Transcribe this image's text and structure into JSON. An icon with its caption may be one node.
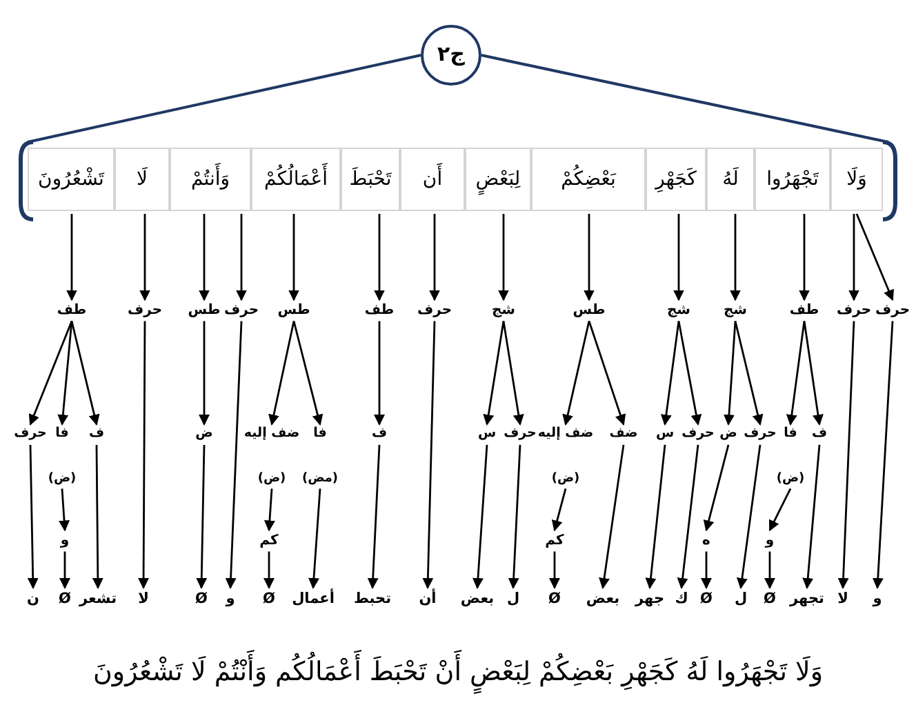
{
  "diagram": {
    "nodes": [
      {
        "text": [
          "ج٢"
        ]
      },
      {
        "text": [],
        "shape": "box"
      },
      {
        "text": [
          "وَلَا"
        ],
        "in": 1
      },
      {
        "text": [
          "تَجْهَرُوا"
        ],
        "in": 1
      },
      {
        "text": [
          "لَهُ"
        ],
        "in": 1
      },
      {
        "text": [
          "كَجَهْرِ"
        ],
        "in": 1
      },
      {
        "text": [
          "بَعْضِكُمْ"
        ],
        "in": 1
      },
      {
        "text": [
          "لِبَعْضٍ"
        ],
        "in": 1
      },
      {
        "text": [
          "أَن"
        ],
        "in": 1
      },
      {
        "text": [
          "تَحْبَطَ"
        ],
        "in": 1
      },
      {
        "text": [
          "أَعْمَالُكُمْ"
        ],
        "in": 1
      },
      {
        "text": [
          "وَأَنتُمْ"
        ],
        "in": 1
      },
      {
        "text": [
          "لَا"
        ],
        "in": 1
      },
      {
        "text": [
          "تَشْعُرُونَ"
        ],
        "in": 1
      },
      {
        "text": [
          "حرف"
        ]
      },
      {
        "text": [
          "حرف"
        ]
      },
      {
        "text": [
          "طف"
        ]
      },
      {
        "text": [
          "شج"
        ]
      },
      {
        "text": [
          "شج"
        ]
      },
      {
        "text": [
          "طس"
        ]
      },
      {
        "text": [
          "شج"
        ]
      },
      {
        "text": [
          "حرف"
        ]
      },
      {
        "text": [
          "طف"
        ]
      },
      {
        "text": [
          "طس"
        ]
      },
      {
        "text": [
          "حرف"
        ]
      },
      {
        "text": [
          "طس"
        ]
      },
      {
        "text": [
          "حرف"
        ]
      },
      {
        "text": [
          "طف"
        ]
      },
      {
        "text": [
          "ف"
        ]
      },
      {
        "text": [
          "فا"
        ]
      },
      {
        "text": [
          "حرف"
        ]
      },
      {
        "text": [
          "ض"
        ]
      },
      {
        "text": [
          "حرف"
        ]
      },
      {
        "text": [
          "س"
        ]
      },
      {
        "text": [
          "ضف"
        ]
      },
      {
        "text": [
          "ضف إليه"
        ]
      },
      {
        "text": [
          "حرف"
        ]
      },
      {
        "text": [
          "س"
        ]
      },
      {
        "text": [
          "ف"
        ]
      },
      {
        "text": [
          "فا"
        ]
      },
      {
        "text": [
          "ضف إليه"
        ]
      },
      {
        "text": [
          "ض"
        ]
      },
      {
        "text": [
          "ف"
        ]
      },
      {
        "text": [
          "فا"
        ]
      },
      {
        "text": [
          "حرف"
        ]
      },
      {
        "text": [
          "(ض)"
        ]
      },
      {
        "text": [
          "(ض)"
        ]
      },
      {
        "text": [
          "(مض)"
        ]
      },
      {
        "text": [
          "(ض)"
        ]
      },
      {
        "text": [
          "(ض)"
        ]
      },
      {
        "text": [
          "و"
        ]
      },
      {
        "text": [
          "ه"
        ]
      },
      {
        "text": [
          "كم"
        ]
      },
      {
        "text": [
          "كم"
        ]
      },
      {
        "text": [
          "و"
        ]
      },
      {
        "text": [
          "و"
        ]
      },
      {
        "text": [
          "لا"
        ]
      },
      {
        "text": [
          "تجهر"
        ]
      },
      {
        "text": [
          "Ø"
        ]
      },
      {
        "text": [
          "ل"
        ]
      },
      {
        "text": [
          "Ø"
        ]
      },
      {
        "text": [
          "ك"
        ]
      },
      {
        "text": [
          "جهر"
        ]
      },
      {
        "text": [
          "بعض"
        ]
      },
      {
        "text": [
          "Ø"
        ]
      },
      {
        "text": [
          "ل"
        ]
      },
      {
        "text": [
          "بعض"
        ]
      },
      {
        "text": [
          "أن"
        ]
      },
      {
        "text": [
          "تحبط"
        ]
      },
      {
        "text": [
          "أعمال"
        ]
      },
      {
        "text": [
          "Ø"
        ]
      },
      {
        "text": [
          "و"
        ]
      },
      {
        "text": [
          "Ø"
        ]
      },
      {
        "text": [
          "لا"
        ]
      },
      {
        "text": [
          "تشعر"
        ]
      },
      {
        "text": [
          "Ø"
        ]
      },
      {
        "text": [
          "ن"
        ]
      }
    ],
    "edges": [
      {
        "from": 0,
        "to": 1,
        "arrow": "none",
        "color": "#1f3864"
      },
      {
        "from": 0,
        "to": 1,
        "arrow": "none",
        "color": "#1f3864"
      },
      {
        "from": 2,
        "to": 14,
        "arrow": "to"
      },
      {
        "from": 2,
        "to": 15,
        "arrow": "to"
      },
      {
        "from": 3,
        "to": 16,
        "arrow": "to"
      },
      {
        "from": 4,
        "to": 17,
        "arrow": "to"
      },
      {
        "from": 5,
        "to": 18,
        "arrow": "to"
      },
      {
        "from": 6,
        "to": 19,
        "arrow": "to"
      },
      {
        "from": 7,
        "to": 20,
        "arrow": "to"
      },
      {
        "from": 8,
        "to": 21,
        "arrow": "to"
      },
      {
        "from": 9,
        "to": 22,
        "arrow": "to"
      },
      {
        "from": 10,
        "to": 23,
        "arrow": "to"
      },
      {
        "from": 11,
        "to": 24,
        "arrow": "to"
      },
      {
        "from": 11,
        "to": 25,
        "arrow": "to"
      },
      {
        "from": 12,
        "to": 26,
        "arrow": "to"
      },
      {
        "from": 13,
        "to": 27,
        "arrow": "to"
      },
      {
        "from": 16,
        "to": 28,
        "arrow": "to"
      },
      {
        "from": 16,
        "to": 29,
        "arrow": "to"
      },
      {
        "from": 17,
        "to": 30,
        "arrow": "to"
      },
      {
        "from": 17,
        "to": 31,
        "arrow": "to"
      },
      {
        "from": 18,
        "to": 32,
        "arrow": "to"
      },
      {
        "from": 18,
        "to": 33,
        "arrow": "to"
      },
      {
        "from": 19,
        "to": 34,
        "arrow": "to"
      },
      {
        "from": 19,
        "to": 35,
        "arrow": "to"
      },
      {
        "from": 20,
        "to": 36,
        "arrow": "to"
      },
      {
        "from": 20,
        "to": 37,
        "arrow": "to"
      },
      {
        "from": 22,
        "to": 38,
        "arrow": "to"
      },
      {
        "from": 23,
        "to": 39,
        "arrow": "to"
      },
      {
        "from": 23,
        "to": 40,
        "arrow": "to"
      },
      {
        "from": 25,
        "to": 41,
        "arrow": "to"
      },
      {
        "from": 27,
        "to": 42,
        "arrow": "to"
      },
      {
        "from": 27,
        "to": 43,
        "arrow": "to"
      },
      {
        "from": 27,
        "to": 44,
        "arrow": "to"
      },
      {
        "from": 14,
        "to": 55,
        "arrow": "to"
      },
      {
        "from": 15,
        "to": 56,
        "arrow": "to"
      },
      {
        "from": 21,
        "to": 67,
        "arrow": "to"
      },
      {
        "from": 24,
        "to": 71,
        "arrow": "to"
      },
      {
        "from": 26,
        "to": 73,
        "arrow": "to"
      },
      {
        "from": 28,
        "to": 57,
        "arrow": "to"
      },
      {
        "from": 30,
        "to": 59,
        "arrow": "to"
      },
      {
        "from": 32,
        "to": 61,
        "arrow": "to"
      },
      {
        "from": 33,
        "to": 62,
        "arrow": "to"
      },
      {
        "from": 34,
        "to": 63,
        "arrow": "to"
      },
      {
        "from": 36,
        "to": 65,
        "arrow": "to"
      },
      {
        "from": 37,
        "to": 66,
        "arrow": "to"
      },
      {
        "from": 38,
        "to": 68,
        "arrow": "to"
      },
      {
        "from": 41,
        "to": 72,
        "arrow": "to"
      },
      {
        "from": 42,
        "to": 74,
        "arrow": "to"
      },
      {
        "from": 44,
        "to": 76,
        "arrow": "to"
      },
      {
        "from": 31,
        "to": 51,
        "arrow": "to"
      },
      {
        "from": 51,
        "to": 60,
        "arrow": "to"
      },
      {
        "from": 45,
        "to": 50,
        "arrow": "to"
      },
      {
        "from": 50,
        "to": 58,
        "arrow": "to"
      },
      {
        "from": 46,
        "to": 52,
        "arrow": "to"
      },
      {
        "from": 52,
        "to": 64,
        "arrow": "to"
      },
      {
        "from": 47,
        "to": 69,
        "arrow": "to"
      },
      {
        "from": 48,
        "to": 53,
        "arrow": "to"
      },
      {
        "from": 53,
        "to": 70,
        "arrow": "to"
      },
      {
        "from": 49,
        "to": 54,
        "arrow": "to"
      },
      {
        "from": 54,
        "to": 75,
        "arrow": "to"
      }
    ],
    "labels": [
      "وَلَا تَجْهَرُوا لَهُ كَجَهْرِ بَعْضِكُمْ لِبَعْضٍ أَنْ تَحْبَطَ أَعْمَالُكُم وَأَنْتُمْ لَا تَشْعُرُونَ"
    ]
  }
}
